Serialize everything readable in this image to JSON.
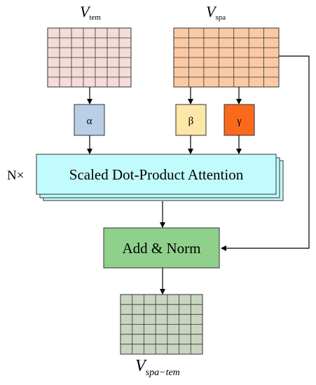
{
  "inputs": {
    "v_tem": {
      "main": "V",
      "sub": "tem"
    },
    "v_spa": {
      "main": "V",
      "sub": "spa"
    }
  },
  "output": {
    "main": "V",
    "sub": "spa−tem"
  },
  "params": {
    "alpha": "α",
    "beta": "β",
    "gamma": "γ"
  },
  "attention": {
    "repeat_label": "N×",
    "label": "Scaled Dot-Product Attention"
  },
  "add_norm": {
    "label": "Add & Norm"
  },
  "colors": {
    "tem_grid": "#f5dcd8",
    "spa_grid": "#fbcaa4",
    "out_grid": "#c9d5c0",
    "alpha_box": "#b9cfe6",
    "beta_box": "#fde7a6",
    "gamma_box": "#fb6a1c",
    "attention_box": "#c2fbfd",
    "add_norm_box": "#8fd08a",
    "stroke": "#333333"
  }
}
